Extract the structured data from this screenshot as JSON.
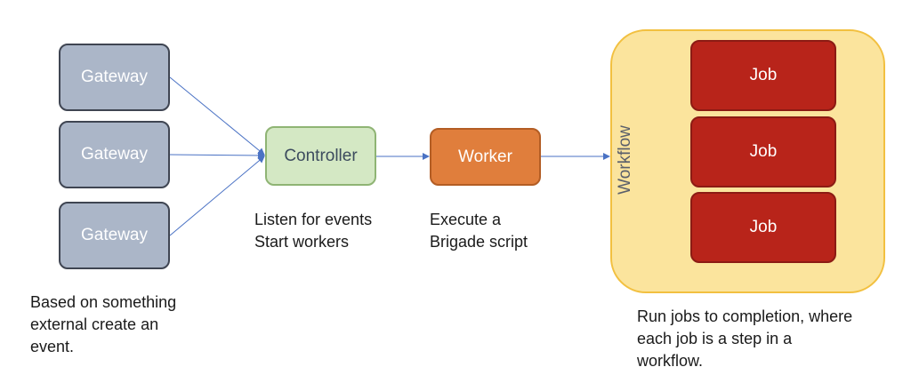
{
  "gateways": [
    "Gateway",
    "Gateway",
    "Gateway"
  ],
  "controller": "Controller",
  "worker": "Worker",
  "workflow": "Workflow",
  "jobs": [
    "Job",
    "Job",
    "Job"
  ],
  "captions": {
    "gateway": [
      "Based on something",
      "external create an",
      "event."
    ],
    "controller": [
      "Listen for events",
      "Start workers"
    ],
    "worker": [
      "Execute a",
      "Brigade script"
    ],
    "workflow": [
      "Run jobs to completion, where",
      "each job is a step in a",
      "workflow."
    ]
  },
  "colors": {
    "gateway_fill": "#abb6c8",
    "controller_fill": "#d4e8c4",
    "worker_fill": "#e07e3c",
    "workflow_fill": "#fbe49d",
    "job_fill": "#b8241a",
    "arrow": "#4a72c4"
  }
}
